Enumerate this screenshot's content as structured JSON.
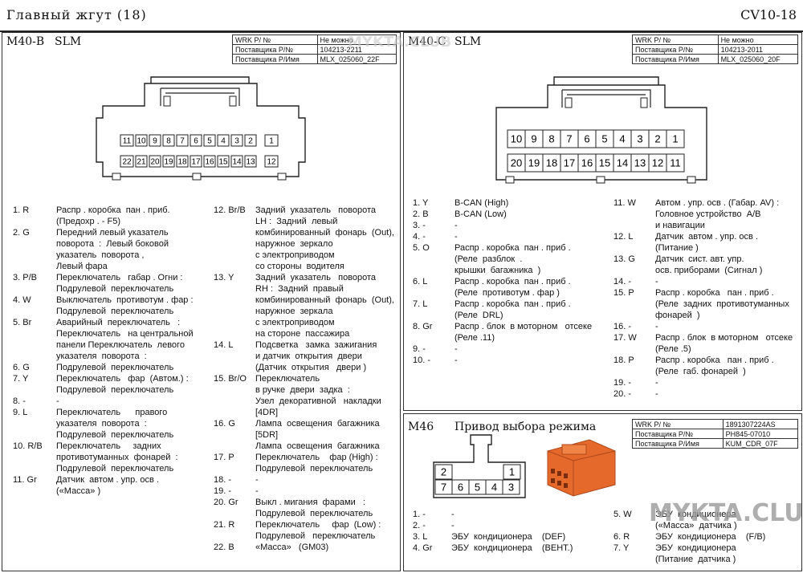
{
  "header": {
    "title": "Главный  жгут  (18)",
    "code": "CV10-18"
  },
  "watermark": "MYKTA.CLUB",
  "m40b": {
    "id": "M40-B",
    "name": "SLM",
    "info": [
      [
        "WRK P/ №",
        "Не можно"
      ],
      [
        "Поставщика  P/№",
        "104213-2211"
      ],
      [
        "Поставщика  P/Имя",
        "MLX_025060_22F"
      ]
    ],
    "top_pins": [
      "11",
      "10",
      "9",
      "8",
      "7",
      "6",
      "5",
      "4",
      "3",
      "2",
      "1"
    ],
    "bottom_pins": [
      "22",
      "21",
      "20",
      "19",
      "18",
      "17",
      "16",
      "15",
      "14",
      "13",
      "12"
    ],
    "left_list": [
      {
        "n": "1. R",
        "d": "Распр . коробка  пан . приб.\n(Предохр . - F5)"
      },
      {
        "n": "2. G",
        "d": "Передний левый указатель\nповорота  :  Левый боковой\nуказатель  поворота ,\nЛевый фара"
      },
      {
        "n": "3. P/B",
        "d": "Переключатель   габар . Огни :\nПодрулевой  переключатель"
      },
      {
        "n": "4. W",
        "d": "Выключатель  противотум . фар :\nПодрулевой  переключатель"
      },
      {
        "n": "5. Br",
        "d": "Аварийный  переключатель   :\nПереключатель   на центральной\nпанели Переключатель  левого\nуказателя  поворота  :"
      },
      {
        "n": "6. G",
        "d": "Подрулевой  переключатель"
      },
      {
        "n": "7. Y",
        "d": "Переключатель   фар  (Автом.) :\nПодрулевой  переключатель"
      },
      {
        "n": "8. -",
        "d": "-"
      },
      {
        "n": "9. L",
        "d": "Переключатель      правого\nуказателя  поворота  :\nПодрулевой  переключатель"
      },
      {
        "n": "10. R/B",
        "d": "Переключатель     задних\nпротивотуманных  фонарей  :\nПодрулевой  переключатель"
      },
      {
        "n": "11. Gr",
        "d": "Датчик  автом . упр. осв .\n(«Масса» )"
      }
    ],
    "right_list": [
      {
        "n": "12. Br/B",
        "d": "Задний  указатель   поворота\nLH :  Задний  левый\nкомбинированный  фонарь  (Out),\nнаружное  зеркало\nс электроприводом\nсо стороны  водителя"
      },
      {
        "n": "13. Y",
        "d": "Задний  указатель   поворота\nRH :  Задний  правый\nкомбинированный  фонарь  (Out),\nнаружное  зеркала\nс электроприводом\nна стороне  пассажира"
      },
      {
        "n": "14. L",
        "d": "Подсветка   замка  зажигания\nи датчик  открытия  двери\n(Датчик  открытия   двери )"
      },
      {
        "n": "15. Br/O",
        "d": "Переключатель\nв ручке  двери  задка  :\nУзел  декоративной   накладки\n[4DR]"
      },
      {
        "n": "16. G",
        "d": "Лампа  освещения  багажника\n[5DR]\nЛампа  освещения  багажника"
      },
      {
        "n": "17. P",
        "d": "Переключатель    фар (High) :\nПодрулевой  переключатель"
      },
      {
        "n": "18. -",
        "d": "-"
      },
      {
        "n": "19. -",
        "d": "-"
      },
      {
        "n": "20. Gr",
        "d": "Выкл . мигания  фарами   :\nПодрулевой  переключатель"
      },
      {
        "n": "21. R",
        "d": "Переключатель     фар  (Low) :\nПодрулевой   переключатель"
      },
      {
        "n": "22. B",
        "d": "«Масса»   (GM03)"
      }
    ]
  },
  "m40c": {
    "id": "M40-C",
    "name": "SLM",
    "info": [
      [
        "WRK P/ №",
        "Не можно"
      ],
      [
        "Поставщика  P/№",
        "104213-2011"
      ],
      [
        "Поставщика  P/Имя",
        "MLX_025060_20F"
      ]
    ],
    "top_pins": [
      "10",
      "9",
      "8",
      "7",
      "6",
      "5",
      "4",
      "3",
      "2",
      "1"
    ],
    "bottom_pins": [
      "20",
      "19",
      "18",
      "17",
      "16",
      "15",
      "14",
      "13",
      "12",
      "11"
    ],
    "left_list": [
      {
        "n": "1. Y",
        "d": "B-CAN (High)"
      },
      {
        "n": "2. B",
        "d": "B-CAN (Low)"
      },
      {
        "n": "3. -",
        "d": "-"
      },
      {
        "n": "4. -",
        "d": "-"
      },
      {
        "n": "5. O",
        "d": "Распр . коробка  пан . приб .\n(Реле  разблок  .\nкрышки  багажника  )"
      },
      {
        "n": "6. L",
        "d": "Распр . коробка  пан . приб .\n(Реле  противотум . фар )"
      },
      {
        "n": "7. L",
        "d": "Распр . коробка  пан . приб .\n(Реле  DRL)"
      },
      {
        "n": "8. Gr",
        "d": "Распр . блок  в моторном   отсеке\n(Реле .11)"
      },
      {
        "n": "9. -",
        "d": "-"
      },
      {
        "n": "10. -",
        "d": "-"
      }
    ],
    "right_list": [
      {
        "n": "11. W",
        "d": "Автом . упр. осв . (Габар. AV) :\nГоловное устройство  A/B\nи навигации"
      },
      {
        "n": "12. L",
        "d": "Датчик  автом . упр. осв .\n(Питание )"
      },
      {
        "n": "13. G",
        "d": "Датчик  сист. авт. упр.\nосв. приборами  (Сигнал )"
      },
      {
        "n": "14. -",
        "d": "-"
      },
      {
        "n": "15. P",
        "d": "Распр . коробка   пан . приб .\n(Реле  задних  противотуманных\nфонарей  )"
      },
      {
        "n": "16. -",
        "d": "-"
      },
      {
        "n": "17. W",
        "d": "Распр . блок  в моторном   отсеке\n(Реле .5)"
      },
      {
        "n": "18. P",
        "d": "Распр . коробка   пан . приб .\n(Реле  габ. фонарей  )"
      },
      {
        "n": "19. -",
        "d": "-"
      },
      {
        "n": "20. -",
        "d": "-"
      }
    ]
  },
  "m46": {
    "id": "M46",
    "name": "Привод   выбора   режима",
    "info": [
      [
        "WRK P/ №",
        "1891307224AS"
      ],
      [
        "Поставщика  P/№",
        "PH845-07010"
      ],
      [
        "Поставщика  P/Имя",
        "KUM_CDR_07F"
      ]
    ],
    "top_pins": [
      "2",
      "1"
    ],
    "bottom_pins": [
      "7",
      "6",
      "5",
      "4",
      "3"
    ],
    "left_list": [
      {
        "n": "1. -",
        "d": "-"
      },
      {
        "n": "2. -",
        "d": "-"
      },
      {
        "n": "3. L",
        "d": "ЭБУ  кондиционера    (DEF)"
      },
      {
        "n": "4. Gr",
        "d": "ЭБУ  кондиционера    (ВЕНТ.)"
      }
    ],
    "right_list": [
      {
        "n": "5. W",
        "d": "ЭБУ  кондиционера\n(«Масса»  датчика )"
      },
      {
        "n": "6. R",
        "d": "ЭБУ  кондиционера    (F/B)"
      },
      {
        "n": "7. Y",
        "d": "ЭБУ  кондиционера\n(Питание  датчика )"
      }
    ]
  },
  "colors": {
    "connector_photo": "#e4692a",
    "watermark": "#9a9a9a"
  }
}
